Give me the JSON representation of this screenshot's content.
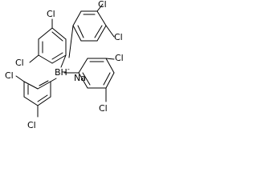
{
  "molecule": {
    "chlorine_label": "Cl",
    "boron_label": "B",
    "hydrogen_label": "H",
    "boron_charge": "-",
    "sodium_label": "Na"
  },
  "colors": {
    "bond": "#000000",
    "text": "#000000",
    "background": "#ffffff"
  }
}
